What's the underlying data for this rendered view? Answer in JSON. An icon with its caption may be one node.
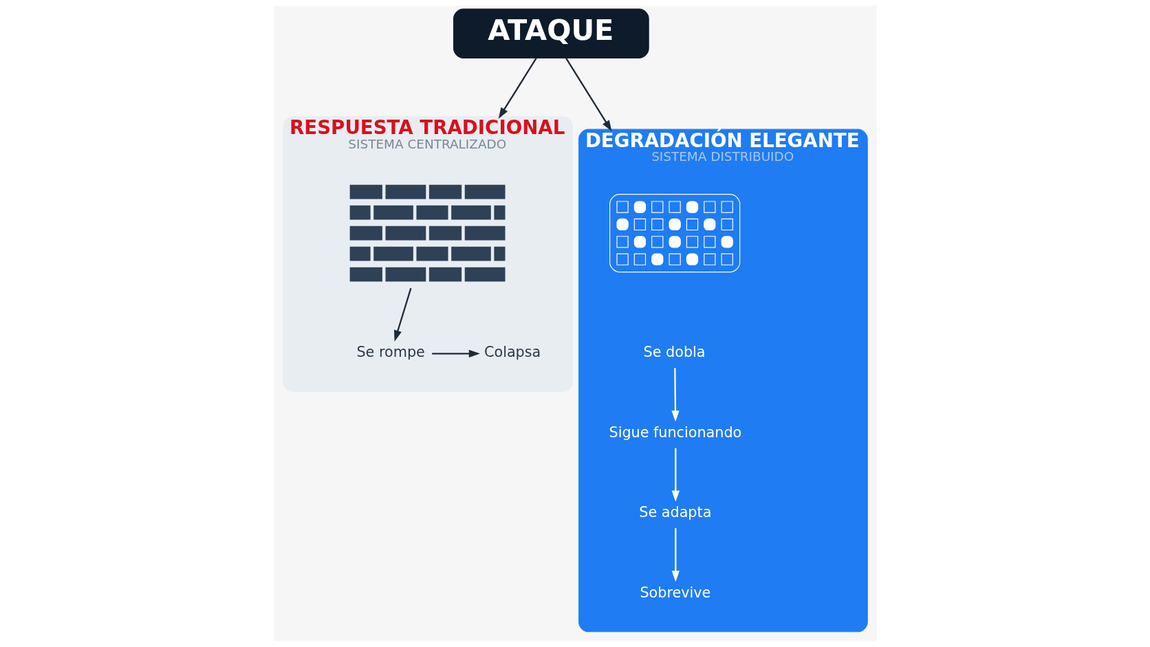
{
  "diagram": {
    "nodes": [
      {
        "text": [
          "ATAQUE"
        ]
      },
      {
        "text": [
          "RESPUESTA TRADICIONAL",
          "SISTEMA CENTRALIZADO"
        ]
      },
      {
        "text": [
          "DEGRADACIÓN ELEGANTE",
          "SISTEMA DISTRIBUIDO"
        ]
      },
      {
        "text": [],
        "shape": "picture",
        "in": 1
      },
      {
        "text": [
          "Se rompe"
        ],
        "in": 1
      },
      {
        "text": [
          "Colapsa"
        ],
        "in": 1
      },
      {
        "text": [],
        "shape": "picture",
        "in": 2
      },
      {
        "text": [
          "Se dobla"
        ],
        "in": 2
      },
      {
        "text": [
          "Sigue funcionando"
        ],
        "in": 2
      },
      {
        "text": [
          "Se adapta"
        ],
        "in": 2
      },
      {
        "text": [
          "Sobrevive"
        ],
        "in": 2
      }
    ],
    "edges": [
      {
        "from": 0,
        "to": 1,
        "arrow": "to"
      },
      {
        "from": 0,
        "to": 2,
        "arrow": "to"
      },
      {
        "from": 3,
        "to": 4,
        "arrow": "to"
      },
      {
        "from": 4,
        "to": 5,
        "arrow": "to"
      },
      {
        "from": 7,
        "to": 8,
        "arrow": "to",
        "color": "#ffffff"
      },
      {
        "from": 8,
        "to": 9,
        "arrow": "to",
        "color": "#ffffff"
      },
      {
        "from": 9,
        "to": 10,
        "arrow": "to",
        "color": "#ffffff"
      }
    ]
  }
}
